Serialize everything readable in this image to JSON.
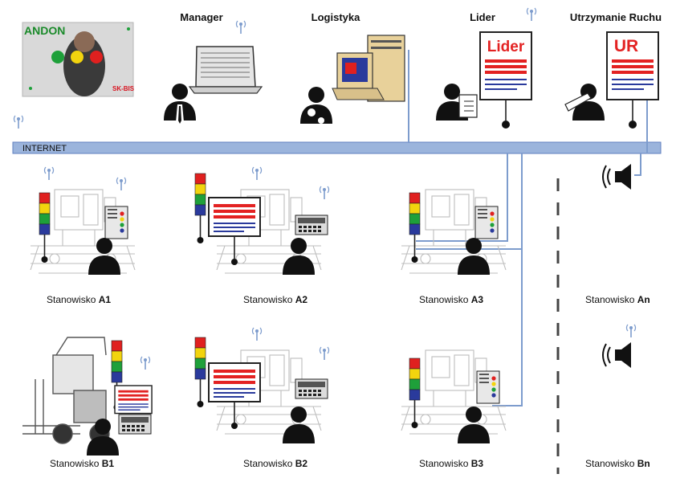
{
  "logo": {
    "andon_text": "ANDON",
    "brand_text": "SK-BIS"
  },
  "roles": {
    "manager": "Manager",
    "logistics": "Logistyka",
    "leader": "Lider",
    "maintenance": "Utrzymanie Ruchu"
  },
  "network": {
    "label": "INTERNET"
  },
  "screens": {
    "leader_title": "Lider",
    "maintenance_title": "UR"
  },
  "stations": {
    "prefix": "Stanowisko",
    "a1": "A1",
    "a2": "A2",
    "a3": "A3",
    "an": "An",
    "b1": "B1",
    "b2": "B2",
    "b3": "B3",
    "bn": "Bn"
  },
  "colors": {
    "network": "#9bb4dc",
    "network_line": "#7d9ccd",
    "lamp_red": "#e0201f",
    "lamp_yellow": "#f2d40e",
    "lamp_green": "#1ea03a",
    "lamp_blue": "#2a3a9c",
    "screen_red": "#e32222",
    "screen_blue": "#2a3a9c"
  },
  "icons": [
    "antenna-icon",
    "person-icon",
    "laptop-icon",
    "computer-icon",
    "gear-icon",
    "clipboard-icon",
    "wrench-icon",
    "speaker-icon",
    "signal-tower-icon",
    "forklift-icon"
  ]
}
